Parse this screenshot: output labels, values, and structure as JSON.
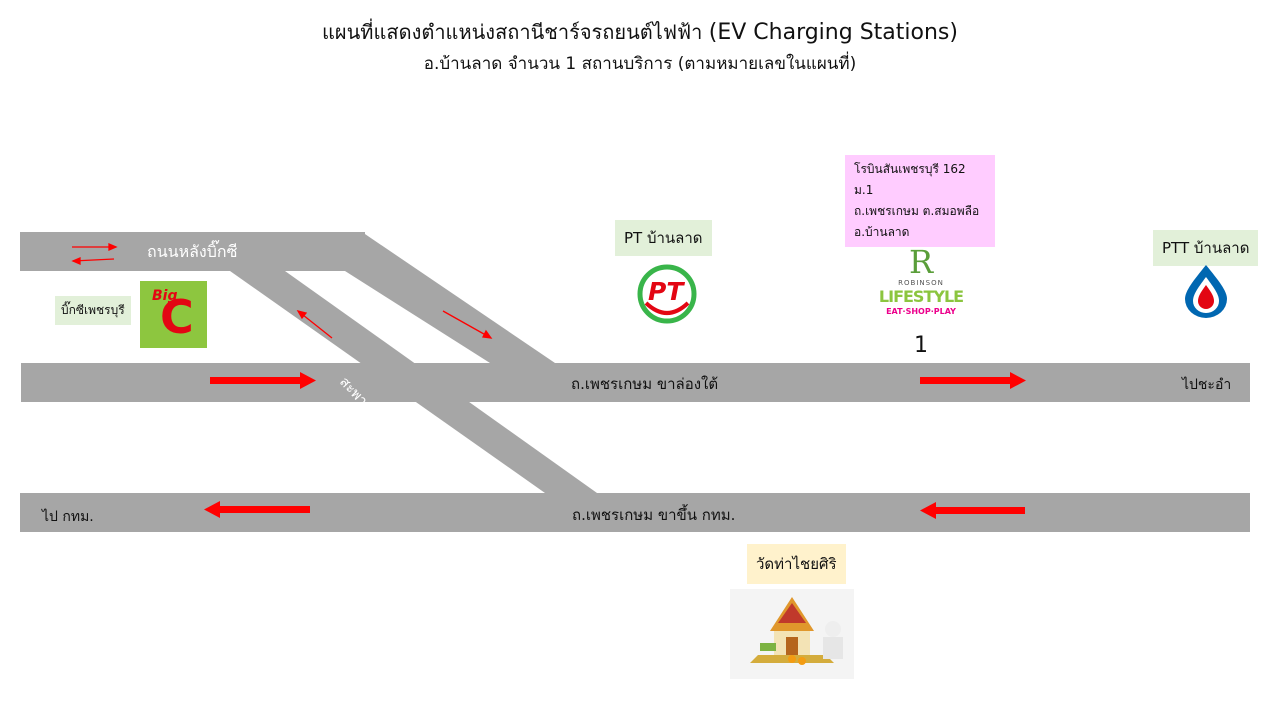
{
  "header": {
    "title_th": "แผนที่แสดงตำแหน่งสถานีชาร์จรถยนต์ไฟฟ้า",
    "title_en": "(EV Charging Stations)",
    "subtitle": "อ.บ้านลาด จำนวน 1 สถานบริการ (ตามหมายเลขในแผนที่)"
  },
  "roads": {
    "back_road": "ถนนหลังบิ๊กซี",
    "bridge": "สะพานข้ามไปหลังบิ๊กซี",
    "south_lane": "ถ.เพชรเกษม ขาล่องใต้",
    "north_lane": "ถ.เพชรเกษม ขาขึ้น กทม.",
    "to_chaam": "ไปชะอำ",
    "to_bangkok": "ไป กทม."
  },
  "places": {
    "bigc": {
      "label": "บิ๊กซีเพชรบุรี",
      "logo_text": "Big",
      "logo_letter": "C",
      "color": "#8dc63f"
    },
    "pt": {
      "label": "PT บ้านลาด",
      "logo_text": "PT"
    },
    "robinson": {
      "address_line1": "โรบินสันเพชรบุรี 162 ม.1",
      "address_line2": "ถ.เพชรเกษม ต.สมอพลือ",
      "address_line3": "อ.บ้านลาด",
      "logo_r": "R",
      "logo_robinson": "ROBINSON",
      "logo_lifestyle": "LIFESTYLE",
      "logo_tagline": "EAT·SHOP·PLAY",
      "number": "1"
    },
    "ptt": {
      "label": "PTT บ้านลาด"
    },
    "temple": {
      "label": "วัดท่าไชยศิริ"
    }
  },
  "colors": {
    "road": "#a6a6a6",
    "arrow": "#ff0000",
    "label_green": "#e2f0d9",
    "label_pink": "#ffccff",
    "label_yellow": "#fff2cc"
  }
}
